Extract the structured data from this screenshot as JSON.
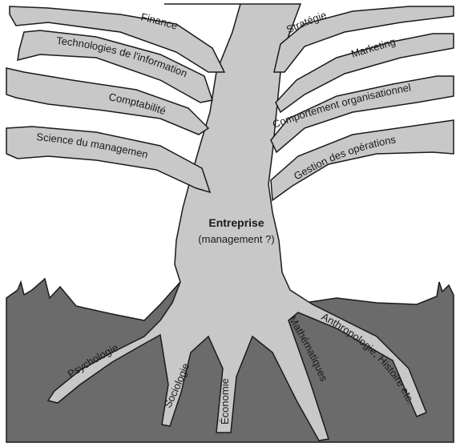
{
  "trunk": {
    "title": "Entreprise",
    "subtitle": "(management ?)"
  },
  "branches": {
    "finance": "Finance",
    "strategie": "Stratégie",
    "techno": "Technologies de l'information",
    "marketing": "Marketing",
    "comptabilite": "Comptabilité",
    "comportement": "Comportement organisationnel",
    "science": "Science du management",
    "gestion": "Gestion des opérations"
  },
  "roots": {
    "psychologie": "Psychologie",
    "sociologie": "Sociologie",
    "economie": "Économie",
    "mathematiques": "Mathématiques",
    "anthropologie": "Anthropologie, Histoire etc."
  },
  "colors": {
    "tree": "#c8c8c8",
    "outline": "#1a1a1a",
    "ground": "#6b6b6b",
    "sky": "#ffffff"
  }
}
